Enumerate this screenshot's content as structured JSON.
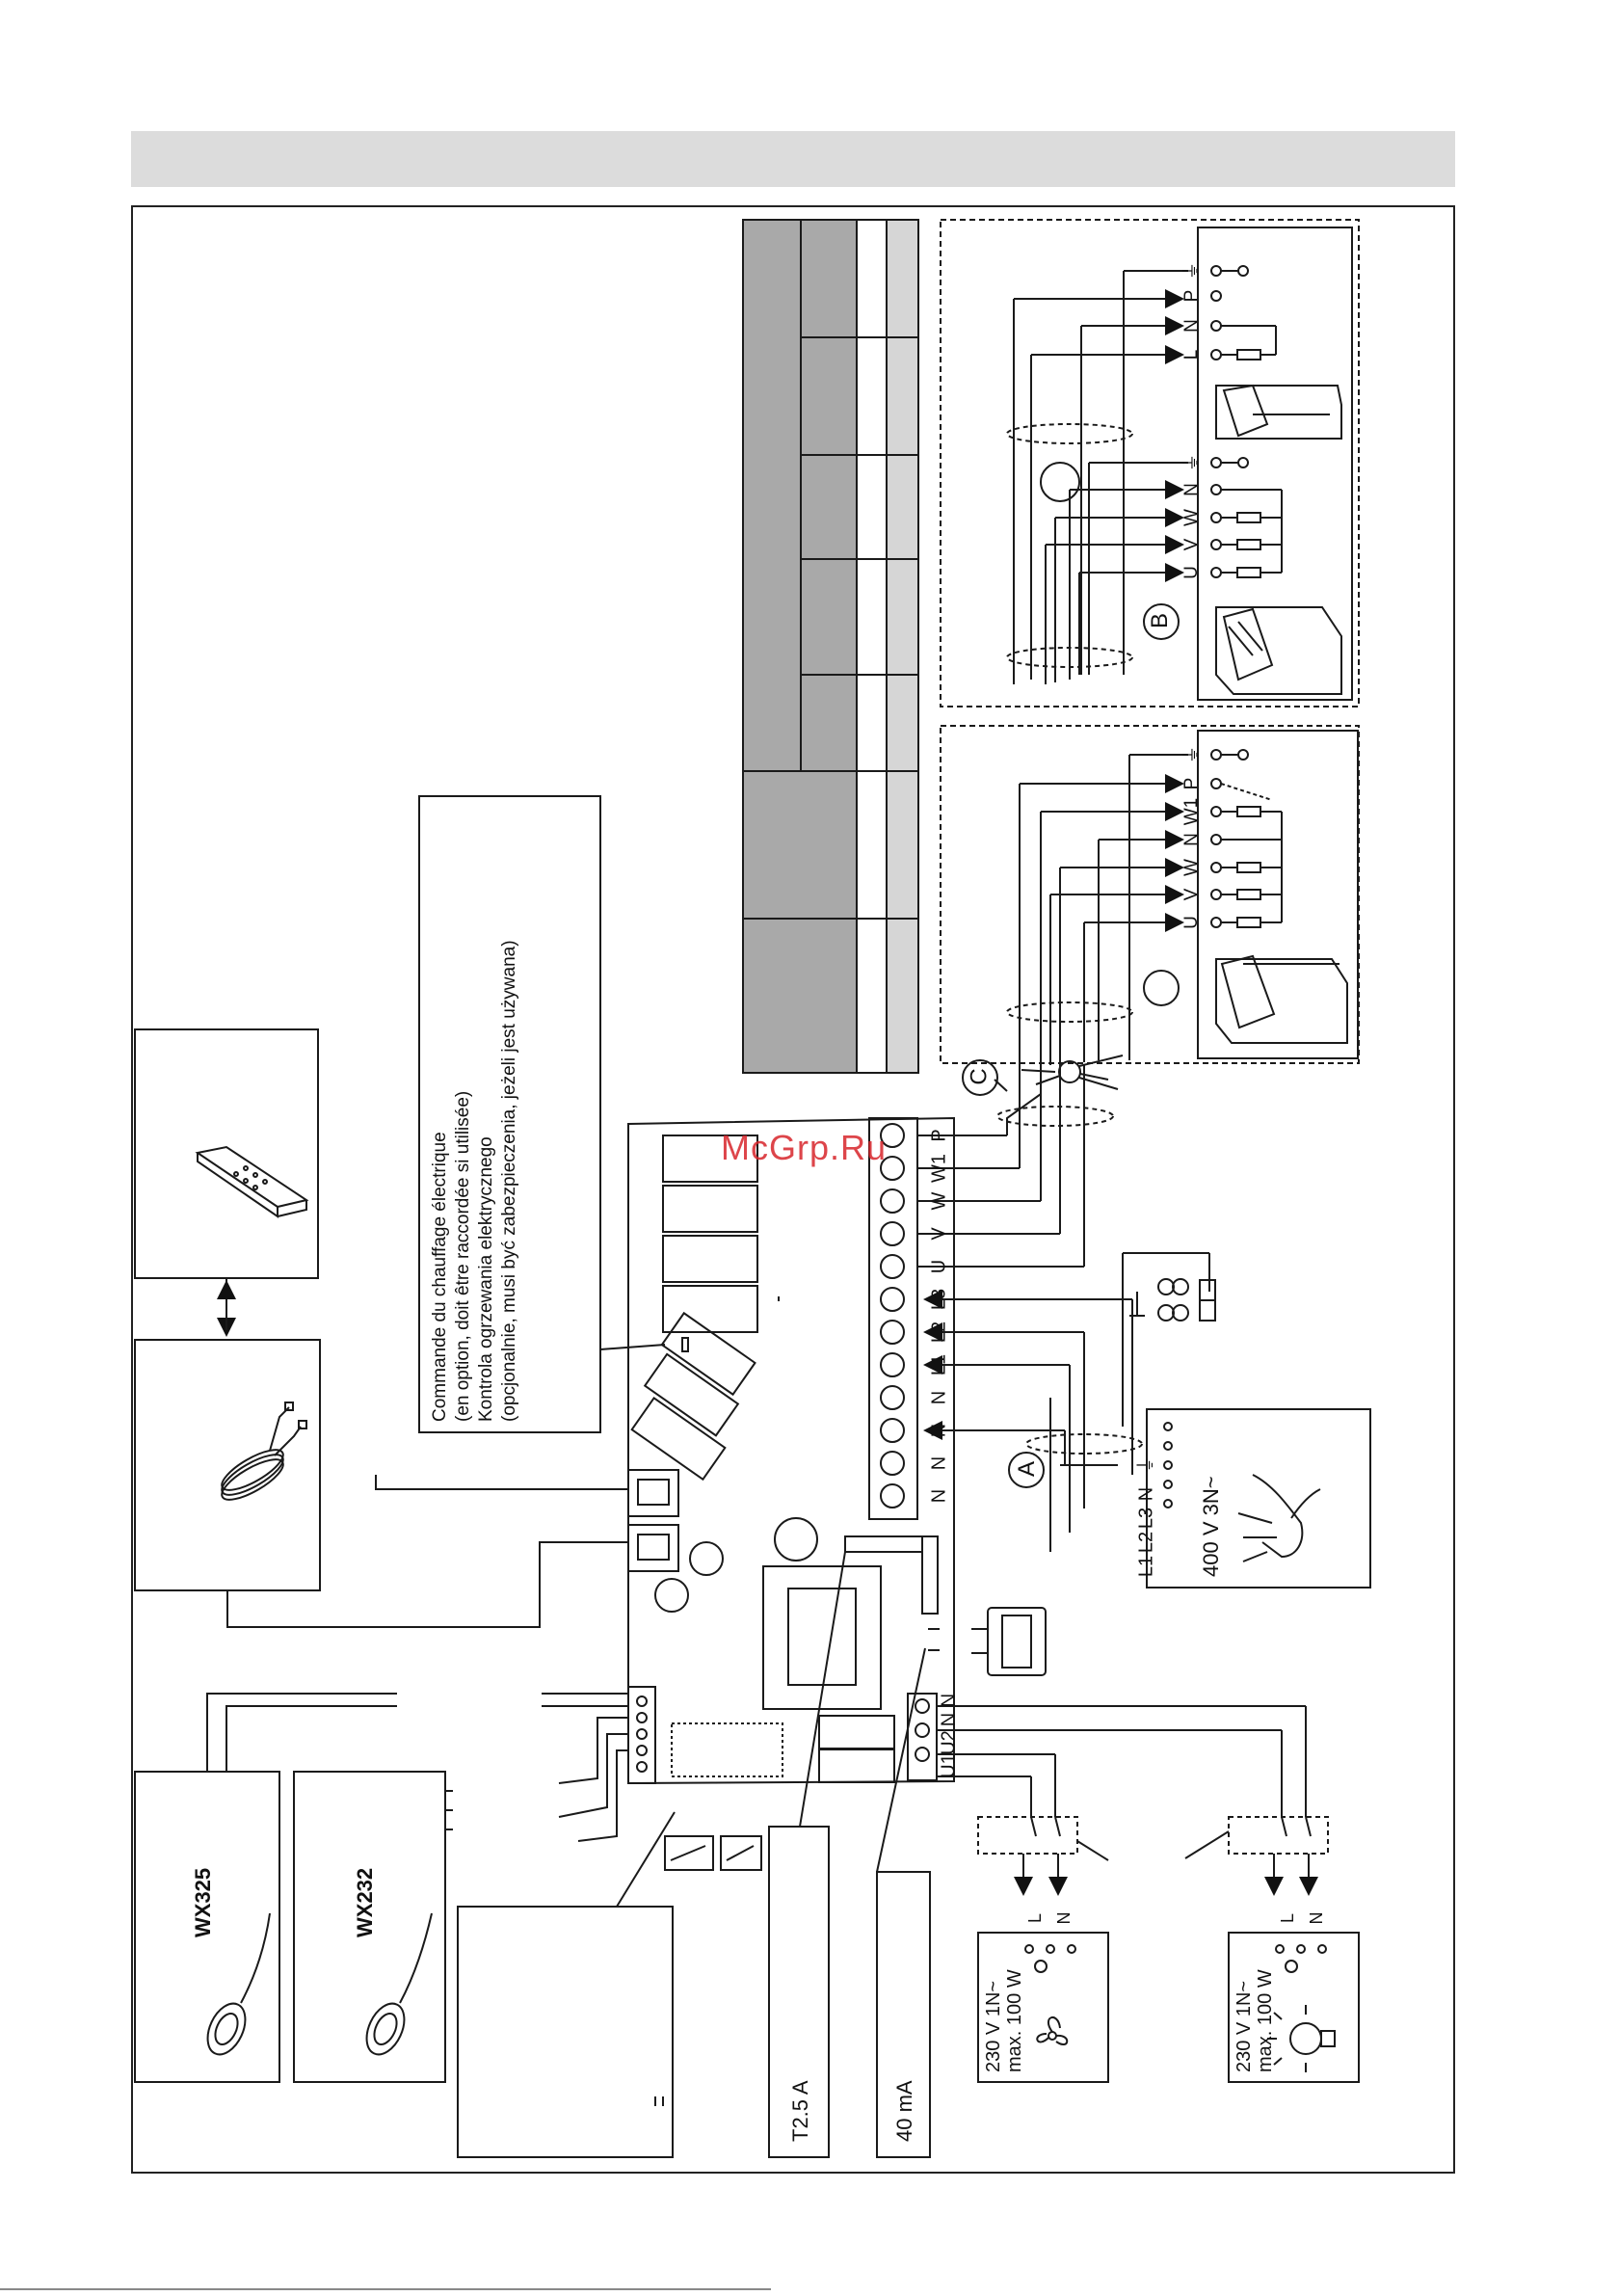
{
  "watermark": "McGrp.Ru",
  "control_note": {
    "lines": [
      "Commande du chauffage électrique",
      "(en option, doit être raccordée si utilisée)",
      "Kontrola ogrzewania elektrycznego",
      "(opcjonalnie, musi być zabezpieczenia, jeżeli jest używana)"
    ]
  },
  "sensors": [
    {
      "label": "WX325"
    },
    {
      "label": "WX232"
    }
  ],
  "fuse_labels": [
    "T2.5 A",
    "40 mA"
  ],
  "supply_label": "400 V 3N~",
  "supply_terminals": [
    "L1",
    "L2",
    "L3",
    "N",
    "⏚"
  ],
  "board_terminals_main": [
    "N",
    "N",
    "N",
    "N",
    "L1",
    "L2",
    "L3",
    "U",
    "V",
    "W",
    "W1",
    "P"
  ],
  "board_terminals_aux": [
    "U1",
    "U2",
    "N",
    "N"
  ],
  "fan_output": {
    "line1": "230 V 1N~",
    "line2": "max. 100 W",
    "terminals": [
      "L",
      "N"
    ]
  },
  "light_output": {
    "line1": "230 V 1N~",
    "line2": "max. 100 W",
    "terminals": [
      "L",
      "N"
    ]
  },
  "heater_c_terminals": [
    "U",
    "V",
    "W",
    "N",
    "W1",
    "P",
    "⏚"
  ],
  "heater_b_terminals": [
    "U",
    "V",
    "W",
    "N",
    "⏚"
  ],
  "heater_small_terminals": [
    "L",
    "N",
    "P",
    "⏚"
  ],
  "callouts": [
    "A",
    "B",
    "C"
  ],
  "colors": {
    "accent": "#d8252b",
    "line": "#1a1a1a",
    "band": "#dcdcdc",
    "table_dark": "#a9a9a9",
    "table_light": "#d6d6d6"
  },
  "icons": [
    "keypad-icon",
    "cable-coil-icon",
    "sensor-icon",
    "fan-icon",
    "lamp-icon",
    "hand-wires-icon",
    "heater-unit-icon",
    "rocker-switch-icon",
    "rcd-icon"
  ]
}
